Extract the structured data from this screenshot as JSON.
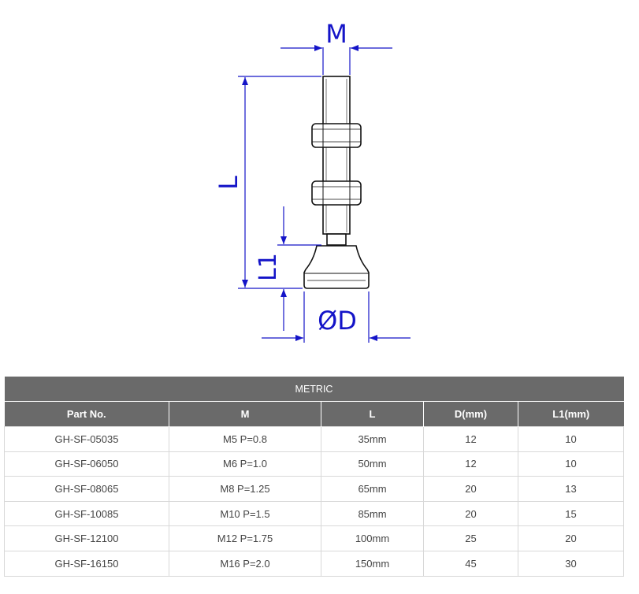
{
  "drawing": {
    "labels": {
      "m": "M",
      "l": "L",
      "l1": "L1",
      "d": "ØD"
    },
    "dimension_color": "#1414c8"
  },
  "table": {
    "title": "METRIC",
    "headers": [
      "Part No.",
      "M",
      "L",
      "D(mm)",
      "L1(mm)"
    ],
    "rows": [
      [
        "GH-SF-05035",
        "M5 P=0.8",
        "35mm",
        "12",
        "10"
      ],
      [
        "GH-SF-06050",
        "M6 P=1.0",
        "50mm",
        "12",
        "10"
      ],
      [
        "GH-SF-08065",
        "M8 P=1.25",
        "65mm",
        "20",
        "13"
      ],
      [
        "GH-SF-10085",
        "M10 P=1.5",
        "85mm",
        "20",
        "15"
      ],
      [
        "GH-SF-12100",
        "M12 P=1.75",
        "100mm",
        "25",
        "20"
      ],
      [
        "GH-SF-16150",
        "M16 P=2.0",
        "150mm",
        "45",
        "30"
      ]
    ],
    "header_color": "#6a6a6a"
  }
}
